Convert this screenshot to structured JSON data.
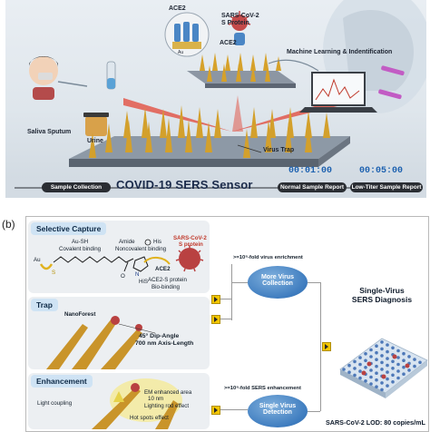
{
  "panel_a": {
    "labels": {
      "ace2_top": "ACE2",
      "sars_cov2": "SARS-CoV-2",
      "s_protein": "S Protein",
      "ace2_mid": "ACE2",
      "au": "Au",
      "ml": "Machine Learning & Indentification",
      "saliva": "Saliva Sputum",
      "urine": "Urine",
      "virus_trap": "Virus Trap"
    },
    "title": "COVID-19 SERS Sensor",
    "timer1": "00:01:00",
    "timer2": "00:05:00",
    "pills": {
      "sample_collection": "Sample Collection",
      "normal_report": "Normal Sample Report",
      "low_titer_report": "Low-Titer Sample Report"
    }
  },
  "panel_b": {
    "letter": "(b)",
    "selective_capture": {
      "title": "Selective Capture",
      "au_sh": "Au-SH",
      "covalent": "Covalent binding",
      "amide": "Amide",
      "his_top": "His",
      "noncovalent": "Noncovalent binding",
      "sars": "SARS-CoV-2",
      "s_protein": "S protein",
      "au": "Au",
      "s_atom": "S",
      "ace2": "ACE2",
      "o_atom": "O",
      "n_atom": "N",
      "his_bottom": "HiS",
      "ace2_s": "ACE2-S protein",
      "bio_binding": "Bio-binding"
    },
    "trap": {
      "title": "Trap",
      "nanoforest": "NanoForest",
      "dip_angle": "45° Dip-Angle",
      "axis_length": "700 nm Axis-Length"
    },
    "enhancement": {
      "title": "Enhancement",
      "em_area": "EM enhanced area",
      "nm": "10 nm",
      "light_coupling": "Light coupling",
      "lighting_rod": "Lighting rod effect",
      "hot_spots": "Hot spots effect"
    },
    "enrichment": ">=10⁸-fold virus enrichment",
    "sers_enh": ">=10⁸-fold SERS enhancement",
    "more_virus": "More Virus",
    "collection": "Collection",
    "single_virus": "Single Virus",
    "detection": "Detection",
    "sv_title1": "Single-Virus",
    "sv_title2": "SERS Diagnosis",
    "lod": "SARS-CoV-2 LOD: 80 copies/mL"
  }
}
